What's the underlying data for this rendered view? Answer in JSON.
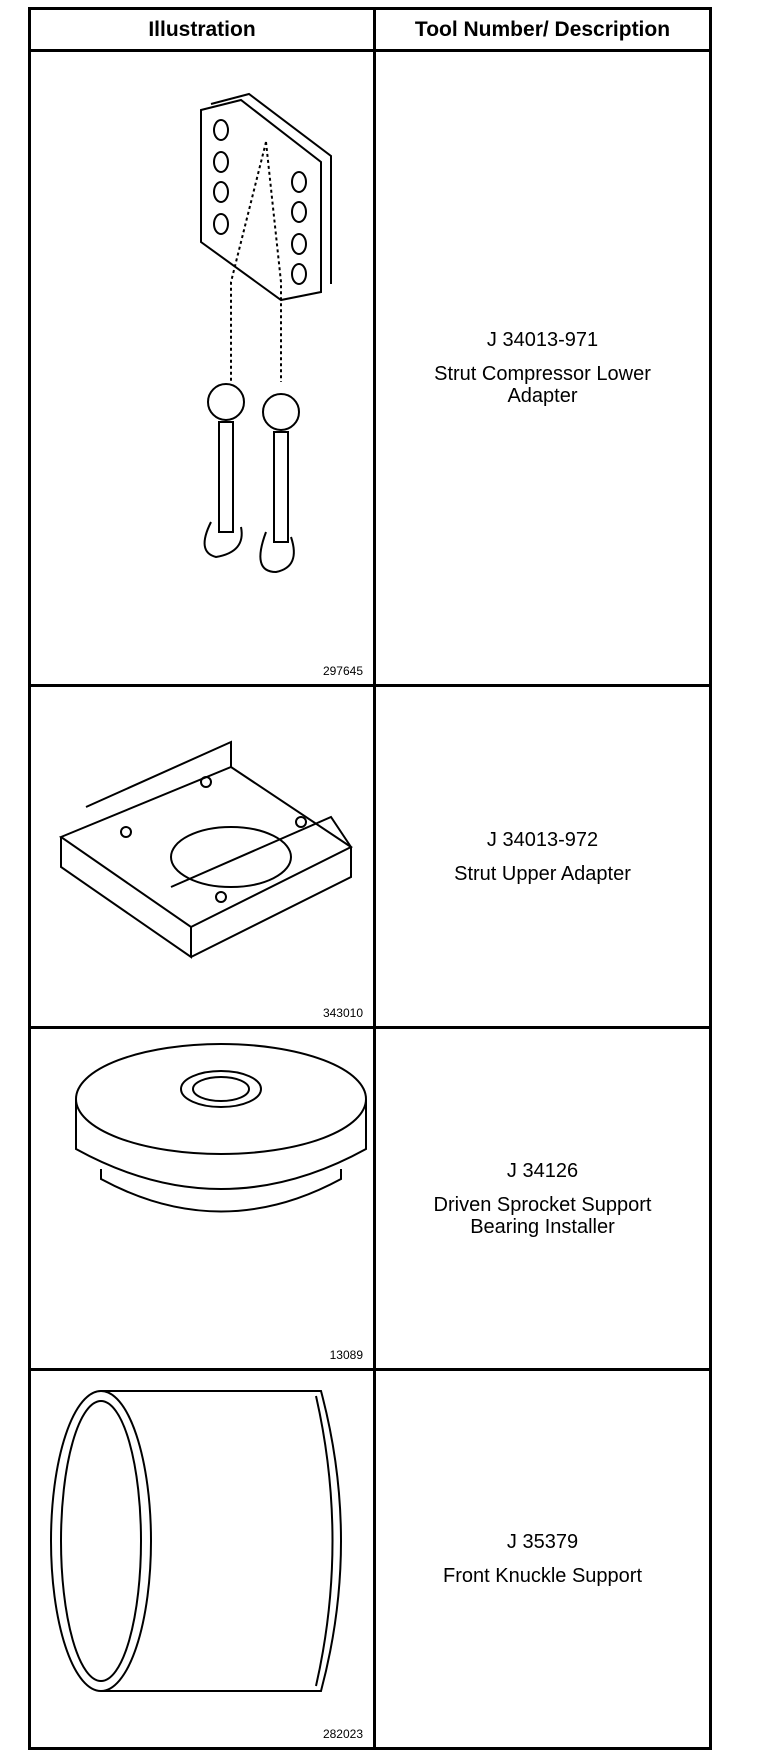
{
  "header": {
    "illustration": "Illustration",
    "tool": "Tool Number/ Description"
  },
  "rows": [
    {
      "tool_number": "J 34013-971",
      "description": "Strut Compressor Lower\nAdapter",
      "figure": "297645"
    },
    {
      "tool_number": "J 34013-972",
      "description": "Strut Upper Adapter",
      "figure": "343010"
    },
    {
      "tool_number": "J 34126",
      "description": "Driven Sprocket Support\nBearing Installer",
      "figure": "13089"
    },
    {
      "tool_number": "J 35379",
      "description": "Front Knuckle Support",
      "figure": "282023"
    }
  ]
}
